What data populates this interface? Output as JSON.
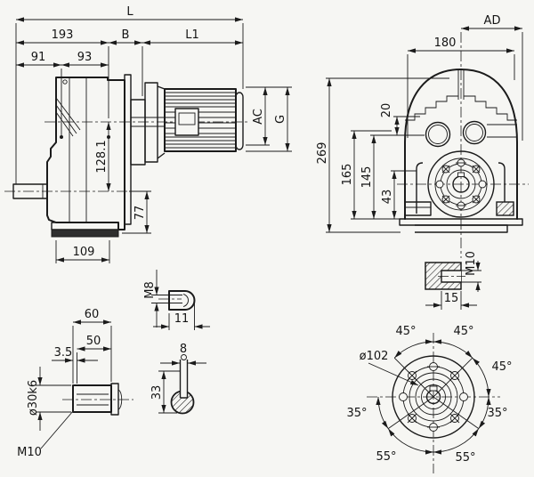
{
  "drawing": {
    "side_view": {
      "overall_length": "L",
      "len_193": "193",
      "len_b": "B",
      "len_l1": "L1",
      "len_91": "91",
      "len_93": "93",
      "height_128_1": "128.1",
      "height_77": "77",
      "width_109": "109",
      "motor_dim_ac": "AC",
      "motor_dim_g": "G"
    },
    "front_view": {
      "width_ad": "AD",
      "width_180": "180",
      "height_269": "269",
      "offset_20": "20",
      "height_165": "165",
      "height_145": "145",
      "height_43": "43"
    },
    "plug_detail": {
      "thread": "M10",
      "depth": "15"
    },
    "output_shaft_detail": {
      "length_60": "60",
      "length_50": "50",
      "step_3_5": "3.5",
      "diameter": "ø30k6",
      "thread": "M10"
    },
    "keyway_side_detail": {
      "thread": "M8",
      "length_11": "11"
    },
    "keyway_section_detail": {
      "width_8": "8",
      "height_33": "33"
    },
    "flange_detail": {
      "bolt_circle_dia": "ø102",
      "angle_top_left": "45°",
      "angle_top_right": "45°",
      "angle_right": "45°",
      "angle_mid_left": "35°",
      "angle_mid_right": "35°",
      "angle_bottom_left": "55°",
      "angle_bottom_right": "55°"
    }
  },
  "colors": {
    "ink": "#1b1b1b",
    "paper": "#f6f6f3"
  }
}
